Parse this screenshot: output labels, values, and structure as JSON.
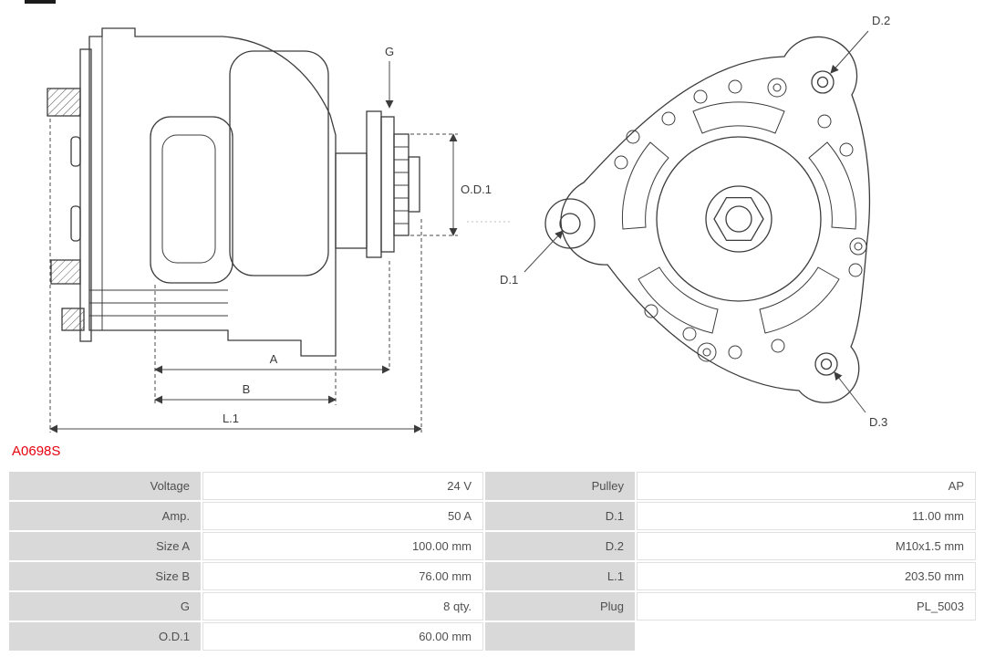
{
  "part_number": "A0698S",
  "colors": {
    "part_number_red": "#e8000e",
    "line": "#3c3c3c",
    "label_cell_bg": "#d9d9d9",
    "value_cell_border": "#e0e0e0",
    "text": "#4f4f4f"
  },
  "drawing": {
    "side_view_labels": {
      "g": "G",
      "od1": "O.D.1",
      "a": "A",
      "b": "B",
      "l1": "L.1"
    },
    "front_view_labels": {
      "d1": "D.1",
      "d2": "D.2",
      "d3": "D.3"
    }
  },
  "spec_table": {
    "rows": [
      {
        "l_label": "Voltage",
        "l_value": "24 V",
        "r_label": "Pulley",
        "r_value": "AP"
      },
      {
        "l_label": "Amp.",
        "l_value": "50 A",
        "r_label": "D.1",
        "r_value": "11.00 mm"
      },
      {
        "l_label": "Size A",
        "l_value": "100.00 mm",
        "r_label": "D.2",
        "r_value": "M10x1.5 mm"
      },
      {
        "l_label": "Size B",
        "l_value": "76.00 mm",
        "r_label": "L.1",
        "r_value": "203.50 mm"
      },
      {
        "l_label": "G",
        "l_value": "8 qty.",
        "r_label": "Plug",
        "r_value": "PL_5003"
      },
      {
        "l_label": "O.D.1",
        "l_value": "60.00 mm",
        "r_label": "",
        "r_value": ""
      }
    ]
  }
}
